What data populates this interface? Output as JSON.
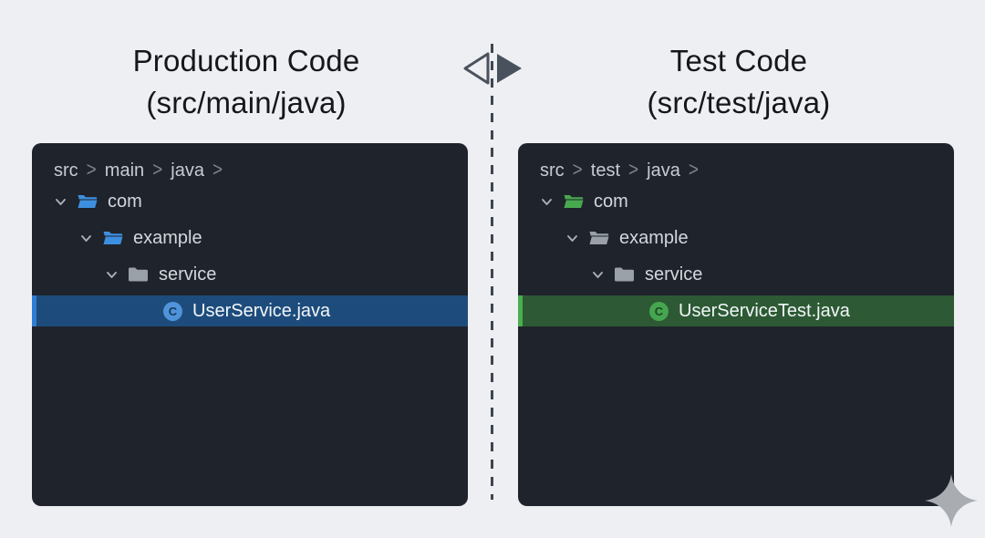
{
  "page": {
    "background": "#edeff3"
  },
  "divider": {
    "icon": "compare-arrows",
    "arrow_color": "#49525c",
    "dash_color": "#3e454f"
  },
  "colors": {
    "panel_background": "#1f232b",
    "blue_accent": "#2e7cd6",
    "blue_selection_background": "#1d4c7c",
    "green_accent": "#4bae50",
    "green_selection_background": "#2d5a34",
    "sparkle_gray": "#a9adb2"
  },
  "panels": {
    "left": {
      "title_line1": "Production Code",
      "title_line2": "(src/main/java)",
      "breadcrumb": {
        "segments": [
          "src",
          "main",
          "java"
        ],
        "separator": ">"
      },
      "tree": {
        "com": {
          "label": "com",
          "type": "folder-open",
          "color": "#3d8fe0"
        },
        "example": {
          "label": "example",
          "type": "folder-open",
          "color": "#3d8fe0"
        },
        "service": {
          "label": "service",
          "type": "folder-closed",
          "color": "#9aa0a8"
        },
        "file": {
          "label": "UserService.java",
          "type": "java-class",
          "selected": true,
          "icon_letter": "C",
          "icon_color": "#4f94da",
          "icon_letter_color": "#16395c"
        }
      }
    },
    "right": {
      "title_line1": "Test Code",
      "title_line2": "(src/test/java)",
      "breadcrumb": {
        "segments": [
          "src",
          "test",
          "java"
        ],
        "separator": ">"
      },
      "tree": {
        "com": {
          "label": "com",
          "type": "folder-open",
          "color": "#47a94f"
        },
        "example": {
          "label": "example",
          "type": "folder-open",
          "color": "#9aa0a8"
        },
        "service": {
          "label": "service",
          "type": "folder-closed",
          "color": "#9aa0a8"
        },
        "file": {
          "label": "UserServiceTest.java",
          "type": "java-class",
          "selected": true,
          "icon_letter": "C",
          "icon_color": "#45a64f",
          "icon_letter_color": "#1b4a24"
        }
      }
    }
  }
}
